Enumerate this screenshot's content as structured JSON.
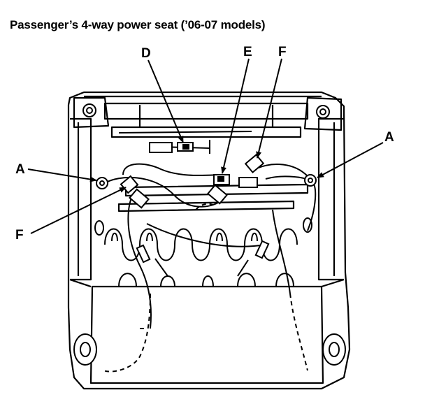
{
  "title": "Passenger’s 4-way power seat (’06-07 models)",
  "callouts": {
    "D": "D",
    "E": "E",
    "F_top": "F",
    "A_right": "A",
    "A_left": "A",
    "F_left": "F"
  }
}
